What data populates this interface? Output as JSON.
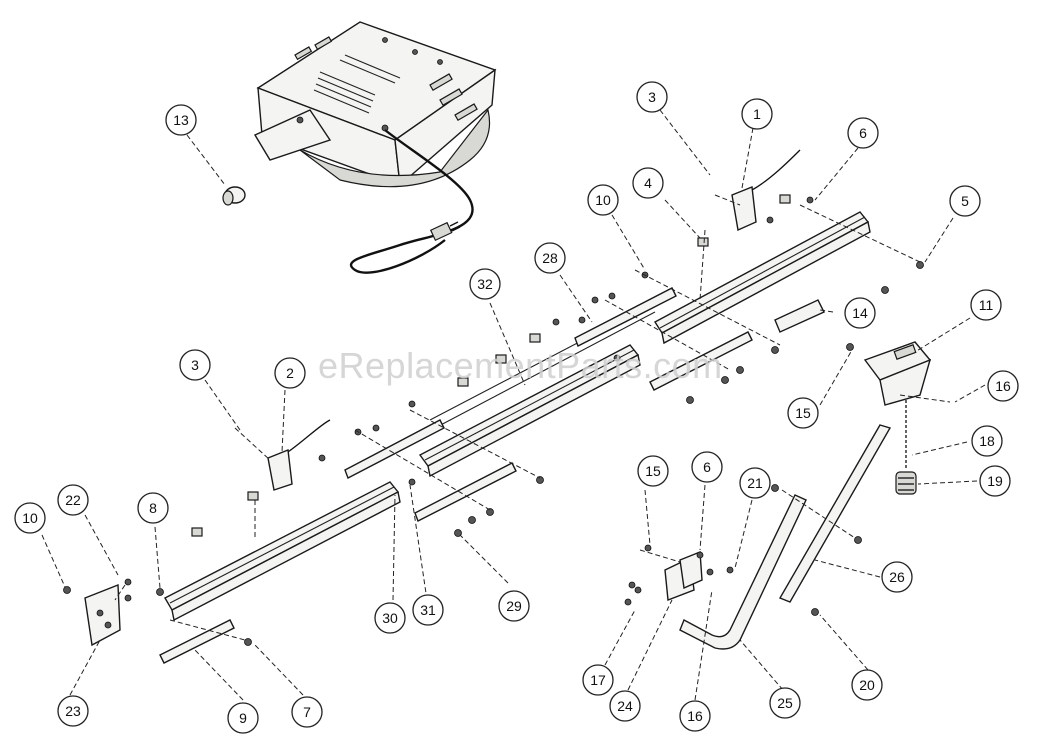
{
  "watermark": "eReplacementParts.com",
  "callouts": [
    {
      "id": "c13",
      "label": "13"
    },
    {
      "id": "c3a",
      "label": "3"
    },
    {
      "id": "c1",
      "label": "1"
    },
    {
      "id": "c6a",
      "label": "6"
    },
    {
      "id": "c4",
      "label": "4"
    },
    {
      "id": "c10a",
      "label": "10"
    },
    {
      "id": "c5",
      "label": "5"
    },
    {
      "id": "c28",
      "label": "28"
    },
    {
      "id": "c32",
      "label": "32"
    },
    {
      "id": "c14",
      "label": "14"
    },
    {
      "id": "c11",
      "label": "11"
    },
    {
      "id": "c3b",
      "label": "3"
    },
    {
      "id": "c2",
      "label": "2"
    },
    {
      "id": "c15a",
      "label": "15"
    },
    {
      "id": "c16a",
      "label": "16"
    },
    {
      "id": "c18",
      "label": "18"
    },
    {
      "id": "c19",
      "label": "19"
    },
    {
      "id": "c15b",
      "label": "15"
    },
    {
      "id": "c6b",
      "label": "6"
    },
    {
      "id": "c21",
      "label": "21"
    },
    {
      "id": "c10b",
      "label": "10"
    },
    {
      "id": "c22",
      "label": "22"
    },
    {
      "id": "c8",
      "label": "8"
    },
    {
      "id": "c26",
      "label": "26"
    },
    {
      "id": "c29",
      "label": "29"
    },
    {
      "id": "c30",
      "label": "30"
    },
    {
      "id": "c31",
      "label": "31"
    },
    {
      "id": "c17",
      "label": "17"
    },
    {
      "id": "c20",
      "label": "20"
    },
    {
      "id": "c7",
      "label": "7"
    },
    {
      "id": "c23",
      "label": "23"
    },
    {
      "id": "c9",
      "label": "9"
    },
    {
      "id": "c24",
      "label": "24"
    },
    {
      "id": "c16b",
      "label": "16"
    },
    {
      "id": "c25",
      "label": "25"
    }
  ]
}
